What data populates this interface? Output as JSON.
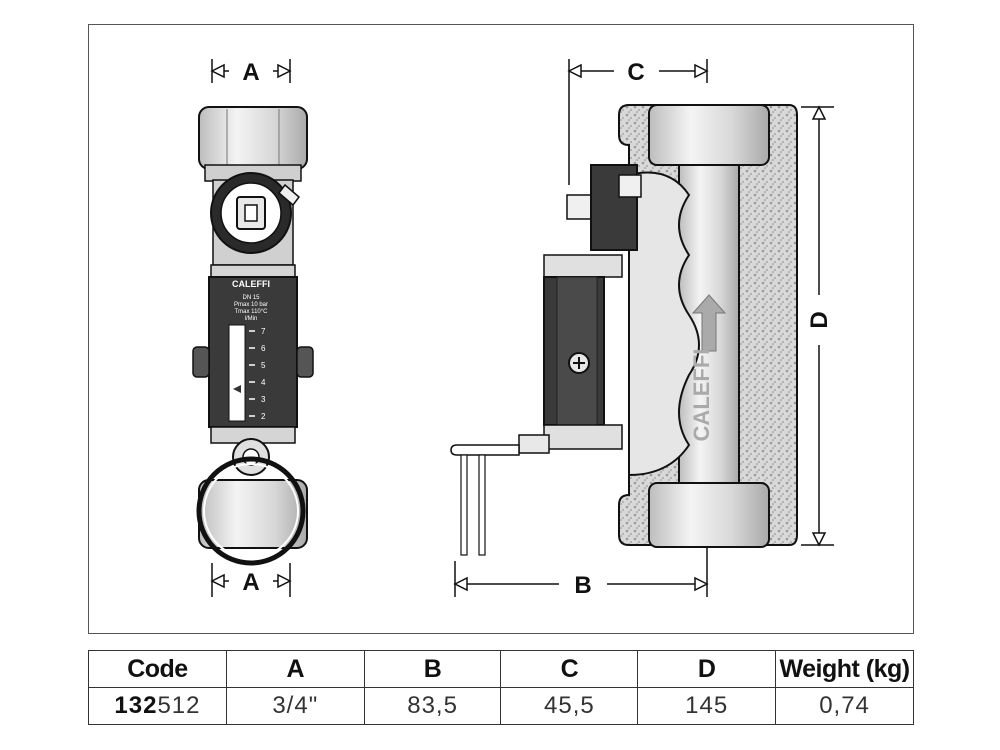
{
  "dimensions": {
    "a_top": "A",
    "a_bottom": "A",
    "c": "C",
    "b": "B",
    "d": "D"
  },
  "device": {
    "brand_front": "CALEFFI",
    "brand_side": "CALEFFI",
    "dn": "DN 15",
    "pmax": "Pmax 10 bar",
    "tmax": "Tmax 110°C",
    "unit": "l/Min",
    "scale": [
      "7",
      "6",
      "5",
      "4",
      "3",
      "2"
    ]
  },
  "table": {
    "headers": [
      "Code",
      "A",
      "B",
      "C",
      "D",
      "Weight (kg)"
    ],
    "code_bold": "132",
    "code_rest": "512",
    "values": [
      "3/4\"",
      "83,5",
      "45,5",
      "145",
      "0,74"
    ]
  }
}
